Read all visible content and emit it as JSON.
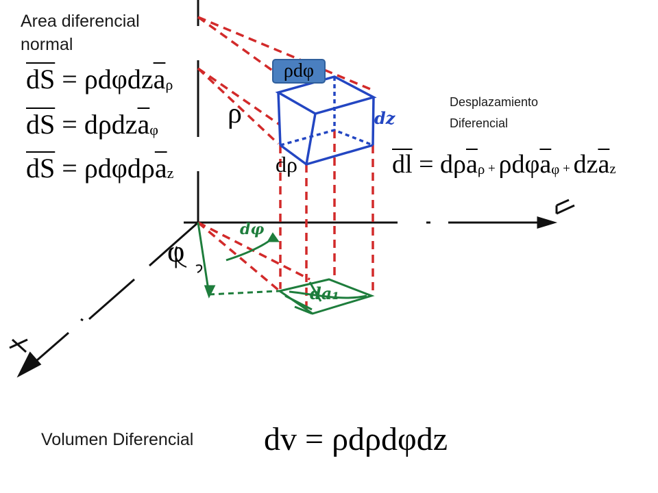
{
  "area_title": [
    "Area diferencial",
    "normal"
  ],
  "area_equations": [
    {
      "lhs": "dS",
      "rhs": "ρdφdz",
      "vec": "a",
      "sub": "ρ"
    },
    {
      "lhs": "dS",
      "rhs": "dρdz",
      "vec": "a",
      "sub": "φ"
    },
    {
      "lhs": "dS",
      "rhs": "ρdφdρ",
      "vec": "a",
      "sub": "z"
    }
  ],
  "displacement_title": [
    "Desplazamiento",
    "Diferencial"
  ],
  "displacement_equation": {
    "lhs": "dl",
    "terms": [
      {
        "coef": "dρ",
        "vec": "a",
        "sub": "ρ"
      },
      {
        "coef": "ρdφ",
        "vec": "a",
        "sub": "φ"
      },
      {
        "coef": "dz",
        "vec": "a",
        "sub": "z"
      }
    ]
  },
  "volume_title": "Volumen Diferencial",
  "volume_equation": {
    "lhs": "dv",
    "rhs": "ρdρdφdz"
  },
  "figure_labels": {
    "box_label": "ρdφ",
    "rho": "ρ",
    "drho": "dρ",
    "dz": "dz",
    "dphi": "dφ",
    "phi": "φ",
    "da": "da₁",
    "axis_y": "y",
    "axis_x": "x"
  },
  "colors": {
    "red_dash": "#d22a2a",
    "blue_box": "#2346c2",
    "green": "#1e7d3c",
    "axis": "#111111",
    "box_label_bg": "#4a7fc0"
  }
}
